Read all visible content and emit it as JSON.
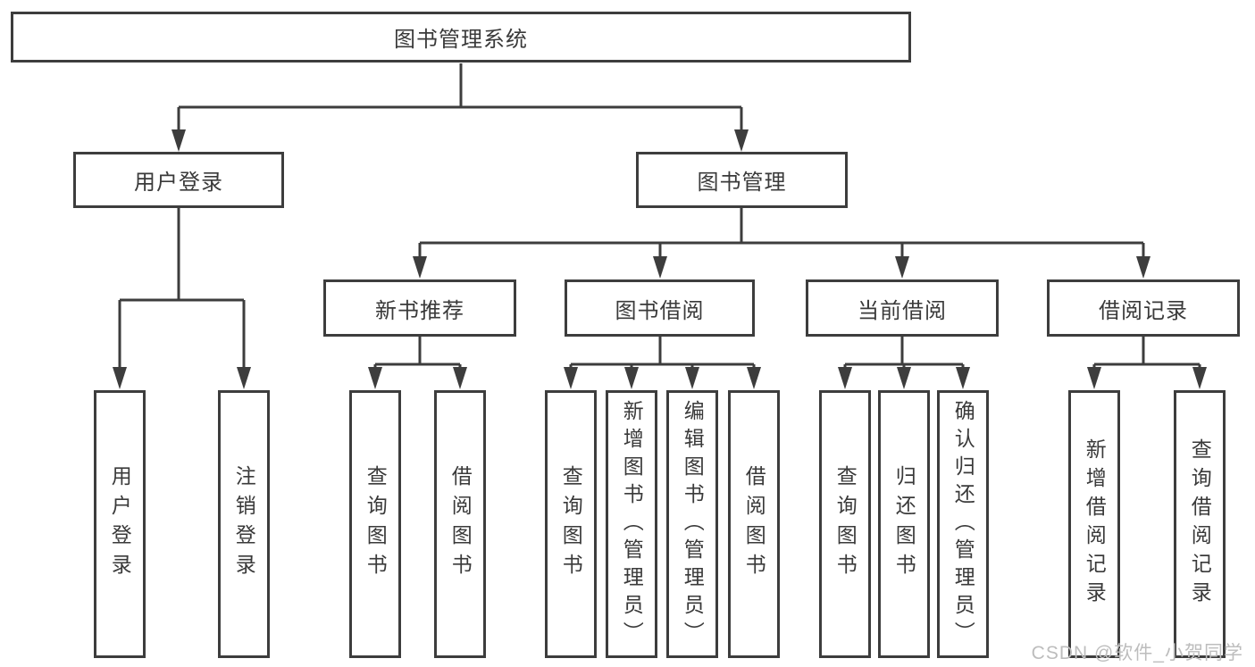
{
  "nodes": {
    "root": "图书管理系统",
    "user_login": "用户登录",
    "book_mgmt": "图书管理",
    "new_book": "新书推荐",
    "book_borrow": "图书借阅",
    "current_borrow": "当前借阅",
    "borrow_records": "借阅记录"
  },
  "leaves": {
    "user_login": "用户登录",
    "logout": "注销登录",
    "nb_query": "查询图书",
    "nb_borrow": "借阅图书",
    "bb_query": "查询图书",
    "bb_add": "新增图书（管理员）",
    "bb_edit": "编辑图书（管理员）",
    "bb_borrow": "借阅图书",
    "cb_query": "查询图书",
    "cb_return": "归还图书",
    "cb_confirm": "确认归还（管理员）",
    "br_add": "新增借阅记录",
    "br_query": "查询借阅记录"
  },
  "watermark": "CSDN @软件_小贺同学",
  "colors": {
    "line": "#3d3d3d",
    "text": "#3a3a3a",
    "watermark": "#bdbdbd",
    "background": "#ffffff"
  }
}
